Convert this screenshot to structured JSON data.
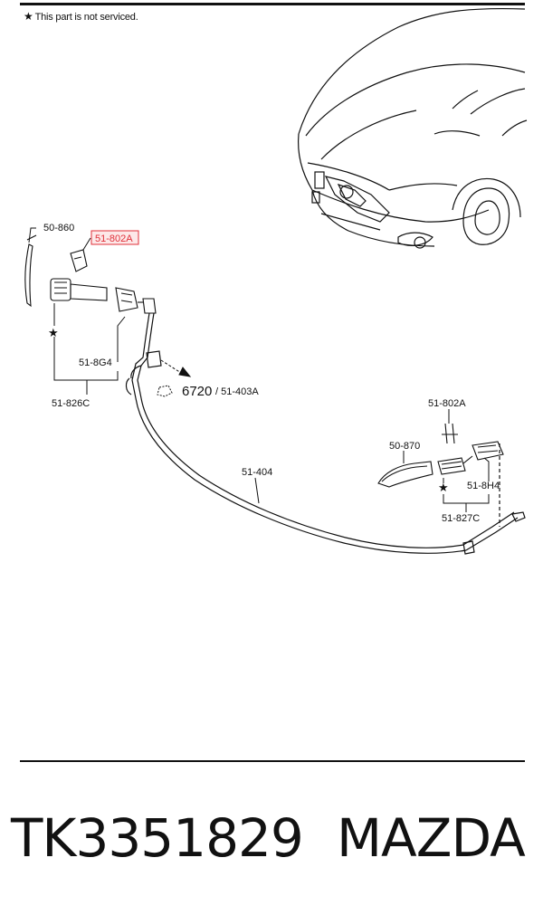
{
  "header": {
    "note_star": "★",
    "note_text": "This part is not serviced."
  },
  "diagram": {
    "callouts": {
      "c_50_860": "50-860",
      "c_51_802A_left": "51-802A",
      "c_51_8G4": "51-8G4",
      "c_51_826C": "51-826C",
      "c_6720": "6720",
      "c_51_403A": "/ 51-403A",
      "c_51_404": "51-404",
      "c_51_802A_right": "51-802A",
      "c_50_870": "50-870",
      "c_51_8H4": "51-8H4",
      "c_51_827C": "51-827C"
    },
    "star_symbol": "★",
    "highlight_color": "#e0303a",
    "line_color": "#111111"
  },
  "footer": {
    "part_number": "TK3351829",
    "brand": "MAZDA"
  }
}
